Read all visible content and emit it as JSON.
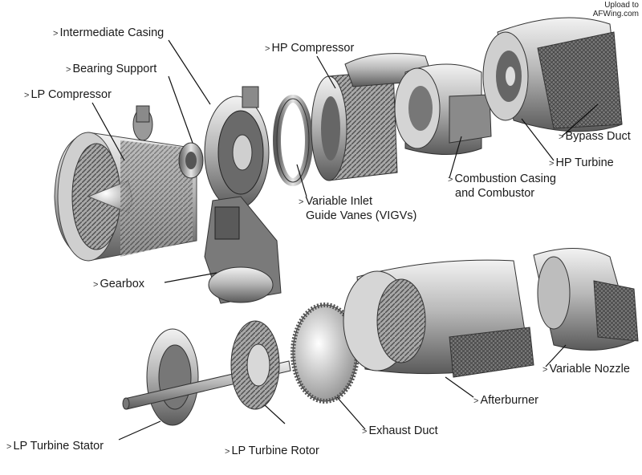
{
  "watermark": {
    "line1": "Upload to",
    "line2": "AFWing.com"
  },
  "labels": {
    "intermediate_casing": "Intermediate Casing",
    "bearing_support": "Bearing Support",
    "lp_compressor": "LP Compressor",
    "hp_compressor": "HP Compressor",
    "variable_inlet_line1": "Variable Inlet",
    "variable_inlet_line2": "Guide Vanes (VIGVs)",
    "combustion_line1": "Combustion Casing",
    "combustion_line2": "and Combustor",
    "hp_turbine": "HP Turbine",
    "bypass_duct": "Bypass Duct",
    "gearbox": "Gearbox",
    "variable_nozzle": "Variable Nozzle",
    "afterburner": "Afterburner",
    "exhaust_duct": "Exhaust Duct",
    "lp_turbine_stator": "LP Turbine Stator",
    "lp_turbine_rotor": "LP Turbine Rotor"
  },
  "marker": ">",
  "colors": {
    "metal_light": "#d9d9d9",
    "metal_mid": "#9a9a9a",
    "metal_dark": "#4a4a4a",
    "mesh": "#6b6b6b"
  }
}
